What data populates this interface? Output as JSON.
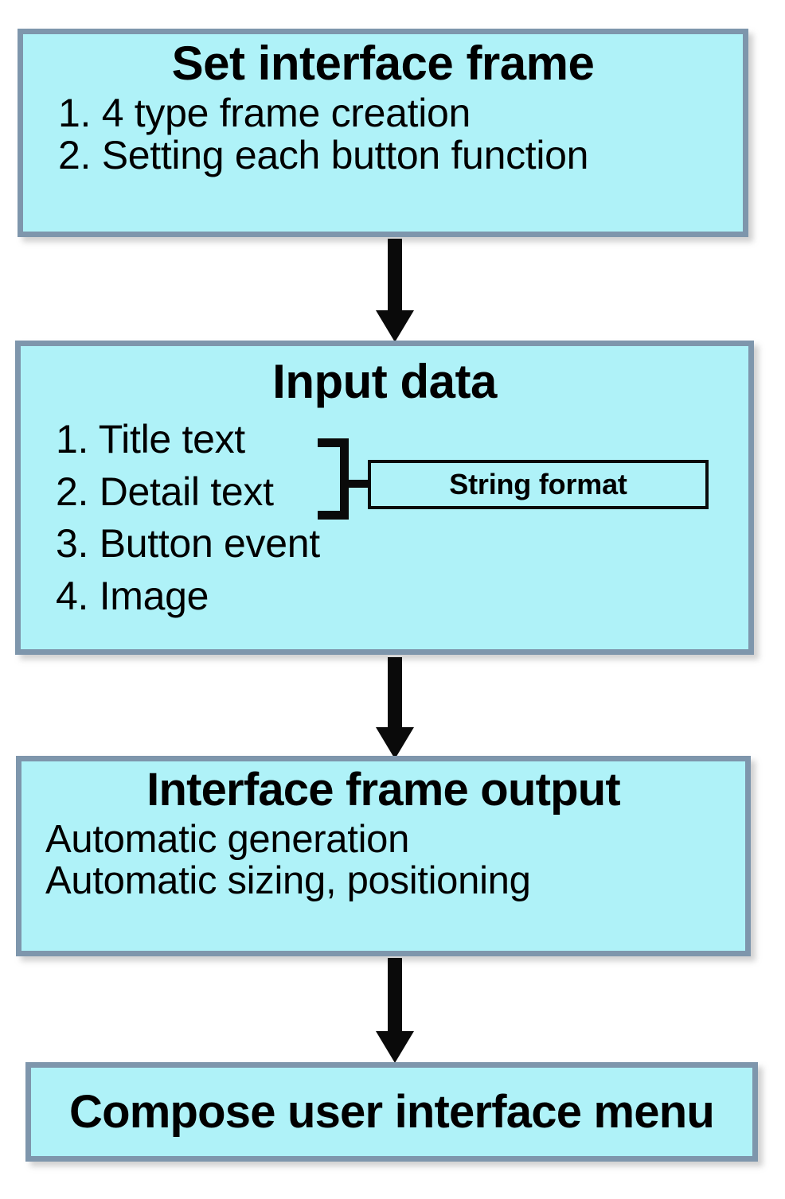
{
  "diagram": {
    "type": "flowchart",
    "orientation": "vertical",
    "colors": {
      "box_fill": "#AFF2F8",
      "box_border": "#7E96AC",
      "text": "#000000",
      "connector": "#0A0A0A",
      "background": "#FFFFFF"
    },
    "nodes": [
      {
        "id": "set-interface-frame",
        "title": "Set interface frame",
        "lines": [
          "1. 4 type frame creation",
          "2. Setting each button function"
        ]
      },
      {
        "id": "input-data",
        "title": "Input data",
        "lines": [
          "1. Title text",
          "2. Detail  text",
          "3. Button  event",
          "4. Image"
        ],
        "annotation": {
          "id": "string-format",
          "label": "String format",
          "groups": [
            "1. Title text",
            "2. Detail  text"
          ]
        }
      },
      {
        "id": "interface-frame-output",
        "title": "Interface frame output",
        "lines": [
          "Automatic  generation",
          "Automatic  sizing, positioning"
        ]
      },
      {
        "id": "compose-user-interface-menu",
        "title": "Compose user interface menu",
        "lines": []
      }
    ],
    "edges": [
      {
        "from": "set-interface-frame",
        "to": "input-data",
        "style": "solid-arrow-down"
      },
      {
        "from": "input-data",
        "to": "interface-frame-output",
        "style": "solid-arrow-down"
      },
      {
        "from": "interface-frame-output",
        "to": "compose-user-interface-menu",
        "style": "solid-arrow-down"
      },
      {
        "from": "input-data.items[1,2]",
        "to": "string-format",
        "style": "brace-connector"
      }
    ]
  }
}
